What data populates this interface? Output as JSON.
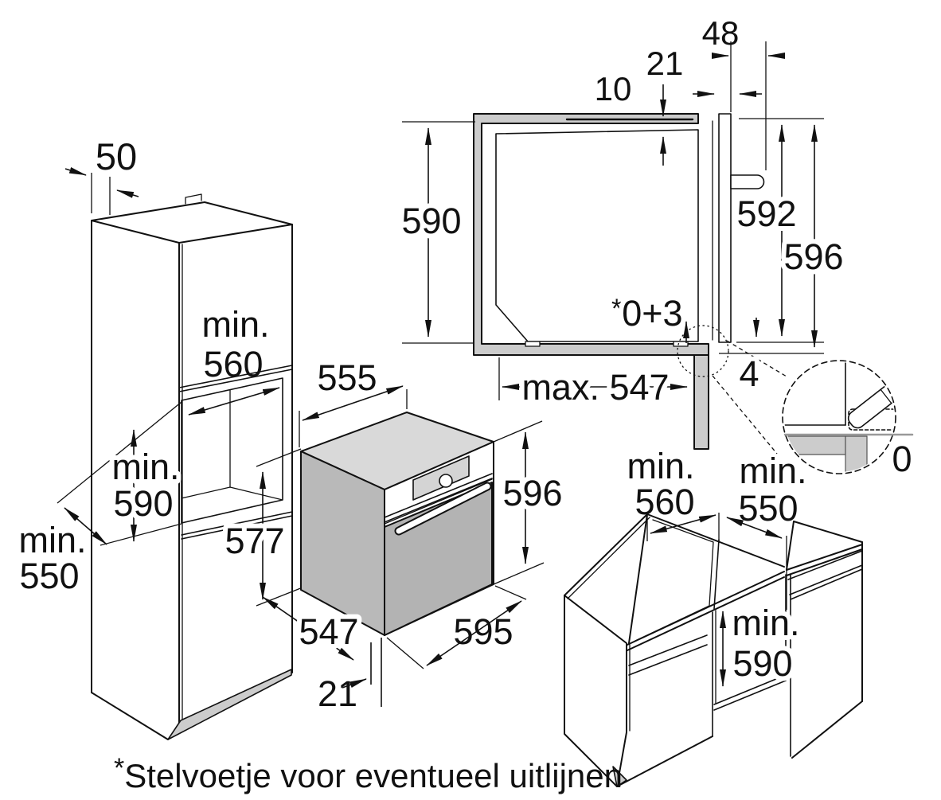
{
  "footnote": {
    "marker": "*",
    "text": "Stelvoetje voor eventueel uitlijnen"
  },
  "tall_cabinet_view": {
    "top_gap": "50",
    "niche_width_prefix": "min.",
    "niche_width": "560",
    "niche_height_prefix": "min.",
    "niche_height": "590",
    "niche_depth_prefix": "min.",
    "niche_depth": "550",
    "oven_body_height": "577"
  },
  "oven_view": {
    "depth": "555",
    "front_height": "596",
    "body_depth": "547",
    "front_frame": "21",
    "width": "595"
  },
  "section_view": {
    "top_clearance": "10",
    "door_thickness": "21",
    "handle_clearance": "48",
    "niche_height": "590",
    "height_to_frame": "592",
    "total_height": "596",
    "foot_marker": "*",
    "foot_adjust": "0+3",
    "bottom_gap": "4",
    "max_depth": "max. 547",
    "detail_gap": "0"
  },
  "base_cabinet_view": {
    "niche_width_prefix": "min.",
    "niche_width": "560",
    "worktop_depth_prefix": "min.",
    "worktop_depth": "550",
    "niche_height_prefix": "min.",
    "niche_height": "590"
  },
  "colors": {
    "line": "#111111",
    "panel_gray": "#cccccc",
    "oven_top": "#d9d9d9",
    "oven_side": "#b9b9b9",
    "oven_door": "#b3b3b3",
    "display": "#d4d4d4"
  }
}
